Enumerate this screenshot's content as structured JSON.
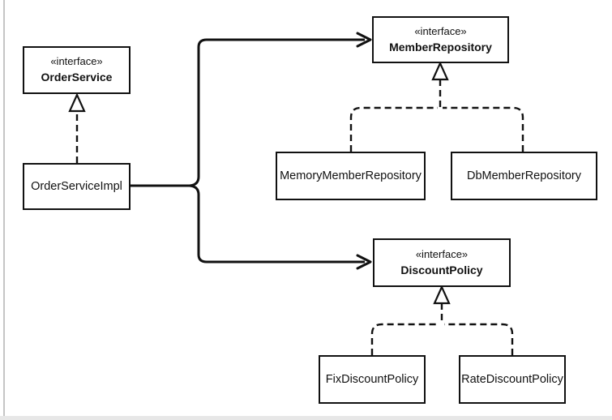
{
  "canvas": {
    "background": "#ffffff",
    "line_color": "#111111",
    "frame_line_color": "#c5c5c5",
    "frame_band_color": "#e7e7e7"
  },
  "nodes": {
    "order_service": {
      "stereotype": "«interface»",
      "name": "OrderService"
    },
    "order_service_impl": {
      "name": "OrderServiceImpl"
    },
    "member_repository": {
      "stereotype": "«interface»",
      "name": "MemberRepository"
    },
    "memory_member_repository": {
      "name": "MemoryMemberRepository"
    },
    "db_member_repository": {
      "name": "DbMemberRepository"
    },
    "discount_policy": {
      "stereotype": "«interface»",
      "name": "DiscountPolicy"
    },
    "fix_discount_policy": {
      "name": "FixDiscountPolicy"
    },
    "rate_discount_policy": {
      "name": "RateDiscountPolicy"
    }
  },
  "edges": [
    {
      "from": "OrderServiceImpl",
      "to": "OrderService",
      "type": "realization"
    },
    {
      "from": "OrderServiceImpl",
      "to": "MemberRepository",
      "type": "dependency"
    },
    {
      "from": "OrderServiceImpl",
      "to": "DiscountPolicy",
      "type": "dependency"
    },
    {
      "from": "MemoryMemberRepository",
      "to": "MemberRepository",
      "type": "realization"
    },
    {
      "from": "DbMemberRepository",
      "to": "MemberRepository",
      "type": "realization"
    },
    {
      "from": "FixDiscountPolicy",
      "to": "DiscountPolicy",
      "type": "realization"
    },
    {
      "from": "RateDiscountPolicy",
      "to": "DiscountPolicy",
      "type": "realization"
    }
  ]
}
